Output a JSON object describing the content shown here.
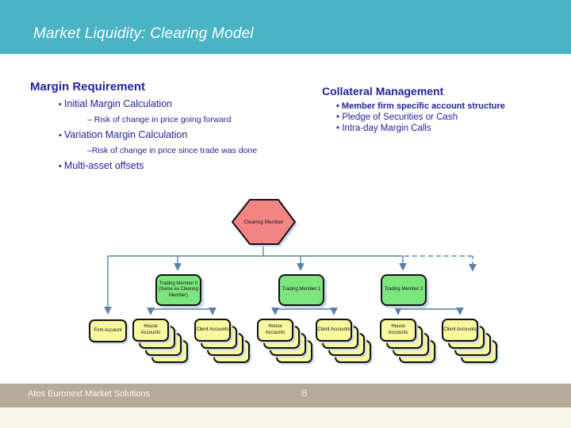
{
  "header": {
    "title": "Market Liquidity: Clearing Model"
  },
  "margin_requirement": {
    "heading": "Margin Requirement",
    "bullet1": "Initial Margin Calculation",
    "sub1": "– Risk of change in price going forward",
    "bullet2": "Variation Margin Calculation",
    "sub2": "–Risk of change in price since trade was done",
    "bullet3": "Multi-asset offsets"
  },
  "collateral_management": {
    "heading": "Collateral Management",
    "bullet1": "Member firm specific account structure",
    "bullet2": "Pledge of Securities or Cash",
    "bullet3": "Intra-day Margin Calls"
  },
  "diagram": {
    "root_label": "Clearing Member",
    "members": [
      {
        "label": "Trading Member 0 (Same as Clearing Member)"
      },
      {
        "label": "Trading Member 1"
      },
      {
        "label": "Trading Member 2"
      }
    ],
    "accounts": [
      {
        "label": "Firm Account"
      },
      {
        "label": "House Accounts"
      },
      {
        "label": "Client Accounts"
      },
      {
        "label": "House Accounts"
      },
      {
        "label": "Client Accounts"
      },
      {
        "label": "House Accounts"
      },
      {
        "label": "Client Accounts"
      }
    ],
    "colors": {
      "clearing_member_red": "#f28484",
      "trading_member_green": "#7de57d",
      "account_yellow": "#f8f89e",
      "connector_blue": "#5c80a8"
    }
  },
  "footer": {
    "company": "Atos Euronext Market Solutions",
    "page_number": "8"
  },
  "theme": {
    "header_teal": "#4bb4c4",
    "footer_tan": "#b5ab9a",
    "text_navy": "#22229b"
  }
}
